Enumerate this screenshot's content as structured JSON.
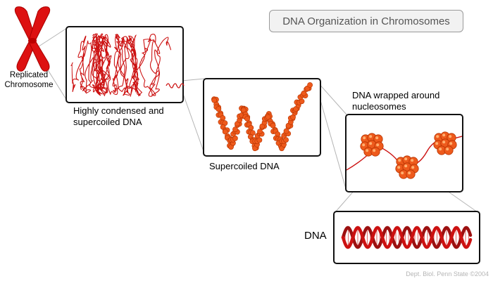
{
  "title": "DNA Organization in Chromosomes",
  "labels": {
    "replicated_chromosome_line1": "Replicated",
    "replicated_chromosome_line2": "Chromosome",
    "condensed_line1": "Highly condensed and",
    "condensed_line2": "supercoiled DNA",
    "supercoiled": "Supercoiled DNA",
    "nucleosome_line1": "DNA wrapped around",
    "nucleosome_line2": "nucleosomes",
    "dna": "DNA"
  },
  "credit": "Dept. Biol. Penn State ©2004",
  "colors": {
    "dna_red": "#cc1111",
    "nucleosome_orange": "#ee5a1c",
    "panel_border": "#111111",
    "connector_gray": "#b0b0b0"
  }
}
